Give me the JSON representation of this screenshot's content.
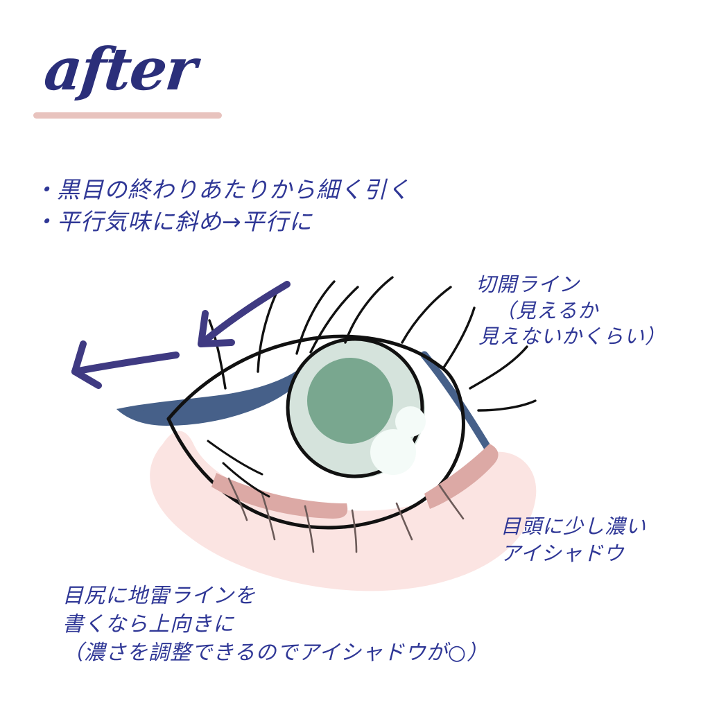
{
  "page": {
    "background_color": "#ffffff",
    "ink_color": "#2f3796",
    "title_color": "#2b2f7a",
    "underline_color": "#e8c3be",
    "liner_color": "#466089",
    "iris_outer_color": "#d5e3dc",
    "iris_inner_color": "#79a78f",
    "blush_light_color": "#fbe4e2",
    "blush_dark_color": "#dca9a5",
    "lash_color": "#111111",
    "arrow_color": "#3f3a82"
  },
  "title": {
    "text": "after"
  },
  "bullets": [
    "・黒目の終わりあたりから細く引く",
    "・平行気味に斜め→平行に"
  ],
  "annotations": {
    "incision": {
      "line1": "切開ライン",
      "line2": "（見えるか",
      "line3": "見えないかくらい）"
    },
    "inner_corner": {
      "line1": "目頭に少し濃い",
      "line2": "アイシャドウ"
    },
    "outer_corner": {
      "line1": "目尻に地雷ラインを",
      "line2": "書くなら上向きに",
      "line3": "（濃さを調整できるのでアイシャドウが○）"
    }
  },
  "illustration": {
    "label": "eye-makeup-diagram",
    "parts": [
      "eyeliner-wing",
      "incision-line",
      "iris",
      "pupil",
      "highlight-large",
      "highlight-small",
      "upper-lashes",
      "lower-lashes",
      "under-eye-blush",
      "inner-corner-shadow",
      "outer-corner-shadow"
    ]
  },
  "arrows": [
    {
      "name": "arrow-diagonal",
      "direction": "down-left"
    },
    {
      "name": "arrow-horizontal",
      "direction": "left"
    }
  ]
}
